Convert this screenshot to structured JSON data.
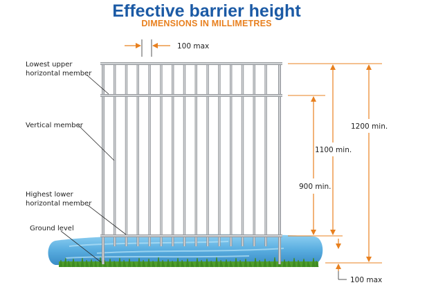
{
  "header": {
    "title": "Effective barrier height",
    "subtitle": "DIMENSIONS IN MILLIMETRES"
  },
  "labels": {
    "lowest_upper_line1": "Lowest upper",
    "lowest_upper_line2": "horizontal member",
    "vertical_member": "Vertical member",
    "highest_lower_line1": "Highest lower",
    "highest_lower_line2": "horizontal member",
    "ground_level": "Ground level"
  },
  "dimensions": {
    "gap_top": "100 max",
    "height_1200": "1200 min.",
    "height_1100": "1100 min.",
    "height_900": "900 min.",
    "gap_bottom": "100 max"
  },
  "colors": {
    "title": "#1b5aa5",
    "subtitle": "#e8801f",
    "arrow": "#e8801f",
    "fence": "#8c9095",
    "water": "#5aaee0",
    "grass": "#4f9e2c"
  }
}
